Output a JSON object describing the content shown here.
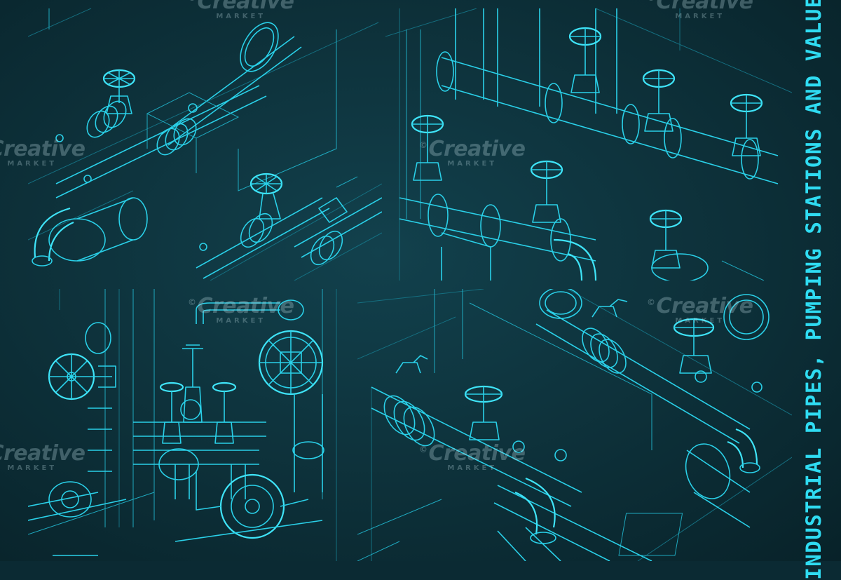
{
  "title": "INDUSTRIAL PIPES, PUMPING STATIONS AND VALUES",
  "watermark": {
    "brand": "Creative",
    "subtext": "MARKET"
  },
  "colors": {
    "background": "#0b2a33",
    "line": "#2ad0e8",
    "title": "#2fdcf2"
  },
  "panels": [
    {
      "id": "top-left",
      "subject": "isometric pipeline with handwheel valves and flanges"
    },
    {
      "id": "top-right",
      "subject": "gate valves with handwheels on manifold"
    },
    {
      "id": "bottom-left",
      "subject": "pumping station front view with valves and pumps"
    },
    {
      "id": "bottom-right",
      "subject": "isometric pipeline with flanges, gauges and pump"
    }
  ]
}
